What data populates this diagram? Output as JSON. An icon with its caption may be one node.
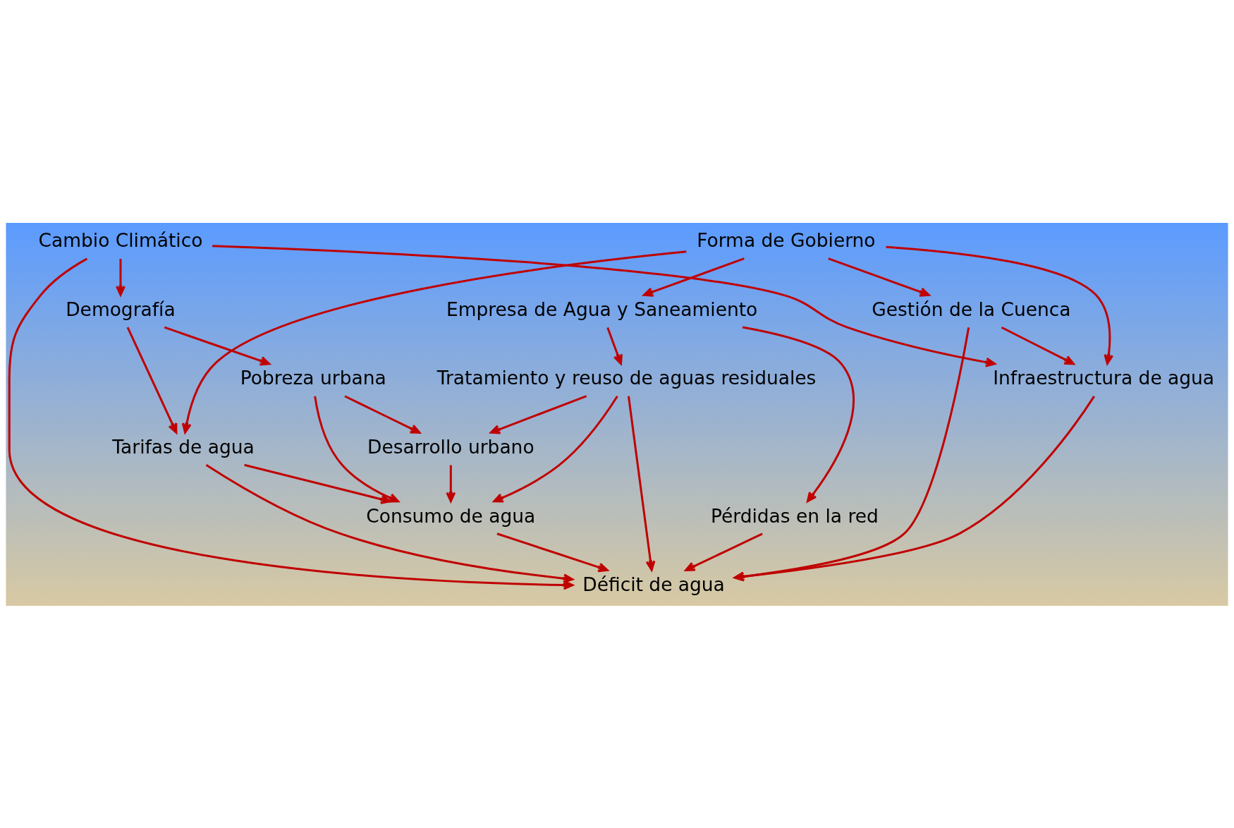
{
  "diagram": {
    "nodes": [
      {
        "text": [
          "Cambio Climático"
        ]
      },
      {
        "text": [
          "Forma de Gobierno"
        ]
      },
      {
        "text": [
          "Demografía"
        ]
      },
      {
        "text": [
          "Infraestructura de agua"
        ]
      },
      {
        "text": [
          "Tarifas de agua"
        ]
      },
      {
        "text": [
          "Gestión de la Cuenca"
        ]
      },
      {
        "text": [
          "Déficit de agua"
        ]
      },
      {
        "text": [
          "Pobreza urbana"
        ]
      },
      {
        "text": [
          "Pérdidas en la red"
        ]
      },
      {
        "text": [
          "Consumo de agua"
        ]
      },
      {
        "text": [
          "Empresa de Agua y Saneamiento"
        ]
      },
      {
        "text": [
          "Desarrollo urbano"
        ]
      },
      {
        "text": [
          "Tratamiento y reuso de aguas residuales"
        ]
      }
    ],
    "edges": [
      {
        "from": 0,
        "to": 2,
        "arrow": "to"
      },
      {
        "from": 0,
        "to": 3,
        "arrow": "to"
      },
      {
        "from": 0,
        "to": 6,
        "arrow": "to"
      },
      {
        "from": 1,
        "to": 3,
        "arrow": "to"
      },
      {
        "from": 1,
        "to": 4,
        "arrow": "to"
      },
      {
        "from": 1,
        "to": 5,
        "arrow": "to"
      },
      {
        "from": 1,
        "to": 10,
        "arrow": "to"
      },
      {
        "from": 2,
        "to": 4,
        "arrow": "to"
      },
      {
        "from": 2,
        "to": 7,
        "arrow": "to"
      },
      {
        "from": 3,
        "to": 6,
        "arrow": "to"
      },
      {
        "from": 4,
        "to": 6,
        "arrow": "to"
      },
      {
        "from": 4,
        "to": 9,
        "arrow": "to"
      },
      {
        "from": 5,
        "to": 3,
        "arrow": "to"
      },
      {
        "from": 5,
        "to": 6,
        "arrow": "to"
      },
      {
        "from": 7,
        "to": 9,
        "arrow": "to"
      },
      {
        "from": 7,
        "to": 11,
        "arrow": "to"
      },
      {
        "from": 8,
        "to": 6,
        "arrow": "to"
      },
      {
        "from": 9,
        "to": 6,
        "arrow": "to"
      },
      {
        "from": 10,
        "to": 8,
        "arrow": "to"
      },
      {
        "from": 10,
        "to": 12,
        "arrow": "to"
      },
      {
        "from": 11,
        "to": 9,
        "arrow": "to"
      },
      {
        "from": 12,
        "to": 6,
        "arrow": "to"
      },
      {
        "from": 12,
        "to": 9,
        "arrow": "to"
      },
      {
        "from": 12,
        "to": 11,
        "arrow": "to"
      }
    ]
  }
}
